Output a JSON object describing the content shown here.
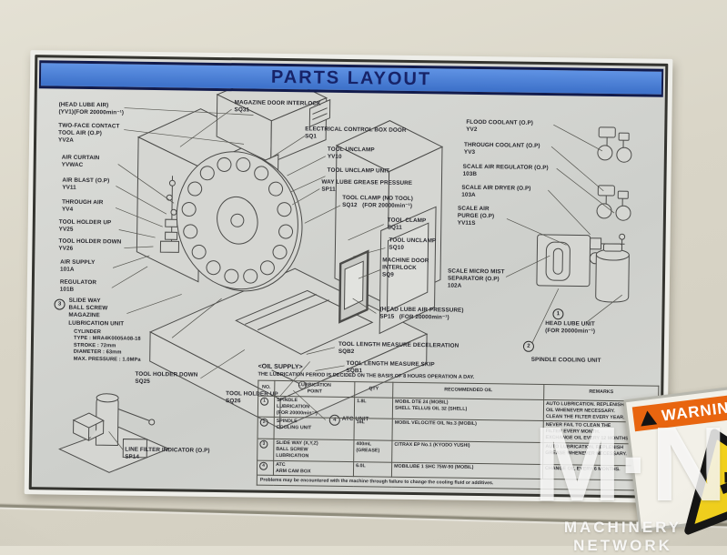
{
  "title": "PARTS LAYOUT",
  "colors": {
    "band_blue": "#4a7ed6",
    "title_navy": "#172368",
    "warning_orange": "#e8650f",
    "warning_yellow": "#f2d11c"
  },
  "markers": {
    "m1": "1",
    "m2": "2",
    "m3": "3",
    "m4": "4"
  },
  "callouts": {
    "head_lube_air": {
      "text": "(HEAD LUBE AIR)\n(YV1)(FOR 20000min⁻¹)"
    },
    "two_face_contact": {
      "text": "TWO-FACE CONTACT\nTOOL AIR (O.P)\nYV2A"
    },
    "air_curtain": {
      "text": "AIR CURTAIN\nYVWAC"
    },
    "air_blast": {
      "text": "AIR BLAST (O.P)\nYV11"
    },
    "through_air": {
      "text": "THROUGH AIR\nYV4"
    },
    "tool_holder_up": {
      "text": "TOOL HOLDER UP\nYV25"
    },
    "tool_holder_down": {
      "text": "TOOL HOLDER DOWN\nYV26"
    },
    "air_supply": {
      "text": "AIR SUPPLY\n101A"
    },
    "regulator": {
      "text": "REGULATOR\n101B"
    },
    "slide_way": {
      "text": "SLIDE WAY\nBALL SCREW\nMAGAZINE\nLUBRICATION UNIT"
    },
    "cylinder": {
      "text": "CYLINDER\nTYPE : MRA4K0005A08-18\nSTROKE : 72mm\nDIAMETER : 63mm\nMAX. PRESSURE : 1.0MPa"
    },
    "tool_holder_down_sq25": {
      "text": "TOOL HOLDER DOWN\nSQ25"
    },
    "tool_holder_up_sq26": {
      "text": "TOOL HOLDER UP\nSQ26"
    },
    "atc_unit": {
      "text": "ATC UNIT"
    },
    "line_filter": {
      "text": "LINE FILTER INDICATOR (O.P)\nSP14"
    },
    "magazine_door": {
      "text": "MAGAZINE DOOR INTERLOCK\nSQ31"
    },
    "electrical_box": {
      "text": "ELECTRICAL CONTROL BOX DOOR\nSQ1"
    },
    "tool_unclamp_yv10": {
      "text": "TOOL UNCLAMP\nYV10"
    },
    "tool_unclamp_unit": {
      "text": "TOOL UNCLAMP UNIT"
    },
    "way_lube": {
      "text": "WAY LUBE GREASE PRESSURE\nSP11"
    },
    "tool_clamp_no_tool": {
      "text": "TOOL CLAMP (NO TOOL)\nSQ12   (FOR 20000min⁻¹)"
    },
    "tool_clamp_sq11": {
      "text": "TOOL CLAMP\nSQ11"
    },
    "tool_unclamp_sq10": {
      "text": "TOOL UNCLAMP\nSQ10"
    },
    "machine_door": {
      "text": "MACHINE DOOR\nINTERLOCK\nSQ9"
    },
    "head_lube_pressure": {
      "text": "(HEAD LUBE AIR PRESSURE)\nSP15   (FOR 20000min⁻¹)"
    },
    "tool_length_decel": {
      "text": "TOOL LENGTH MEASURE DECELERATION\nSQB2"
    },
    "tool_length_skip": {
      "text": "TOOL LENGTH MEASURE SKIP\nSQB1"
    },
    "flood_coolant": {
      "text": "FLOOD COOLANT (O.P)\nYV2"
    },
    "through_coolant": {
      "text": "THROUGH COOLANT (O.P)\nYV3"
    },
    "scale_air_regulator": {
      "text": "SCALE AIR REGULATOR (O.P)\n103B"
    },
    "scale_air_dryer": {
      "text": "SCALE AIR DRYER (O.P)\n103A"
    },
    "scale_air_purge": {
      "text": "SCALE AIR\nPURGE (O.P)\nYV11S"
    },
    "scale_micro_mist": {
      "text": "SCALE MICRO MIST\nSEPARATOR (O.P)\n102A"
    },
    "head_lube_unit": {
      "text": "HEAD LUBE UNIT\n(FOR 20000min⁻¹)"
    },
    "spindle_cooling_unit": {
      "text": "SPINDLE COOLING UNIT"
    }
  },
  "oil_supply": {
    "heading": "<OIL SUPPLY>",
    "note": "THE LUBRICATION PERIOD IS DECIDED ON THE BASIS OF 8 HOURS OPERATION A DAY.",
    "columns": [
      "NO.",
      "LUBRICATION\nPOINT",
      "QTY",
      "RECOMMENDED  OIL",
      "REMARKS"
    ],
    "rows": [
      {
        "no": "1",
        "point": "SPINDLE\nLUBRICATION\n(FOR 20000min⁻¹)",
        "qty": "1.8L",
        "oil": "MOBIL DTE 24                    (MOBIL)\nSHELL TELLUS OIL 32         (SHELL)",
        "remarks": "AUTO LUBRICATION. REPLENISH\nOIL WHENEVER NECESSARY.\nCLEAN THE FILTER EVERY YEAR."
      },
      {
        "no": "2",
        "point": "SPINDLE\nCOOLING UNIT",
        "qty": "16L",
        "oil": "MOBIL VELOCITE OIL No.3   (MOBIL)",
        "remarks": "NEVER FAIL TO CLEAN THE\nFILTER EVERY MONTH.\nEXCHANGE OIL EVERY 12 MONTHS."
      },
      {
        "no": "3",
        "point": "SLIDE WAY (X,Y,Z)\nBALL SCREW\nLUBRICATION",
        "qty": "400mL\n(GREASE)",
        "oil": "CITRAX EP No.1    (KYODO YUSHI)",
        "remarks": "AUTO LUBRICATION. REPLENISH\nGREASE WHENEVER NECESSARY."
      },
      {
        "no": "4",
        "point": "ATC\nARM CAM BOX",
        "qty": "6.0L",
        "oil": "MOBILUBE 1 SHC 75W-90    (MOBIL)",
        "remarks": "CHANGE OIL EVERY 6 MONTHS."
      }
    ],
    "footer": "Problems may be encountered with the machine through failure to change the cooling fluid or additives."
  },
  "warning": {
    "label": "WARNING"
  },
  "watermark": {
    "logo": "M·N",
    "name": "MACHINERY NETWORK"
  }
}
